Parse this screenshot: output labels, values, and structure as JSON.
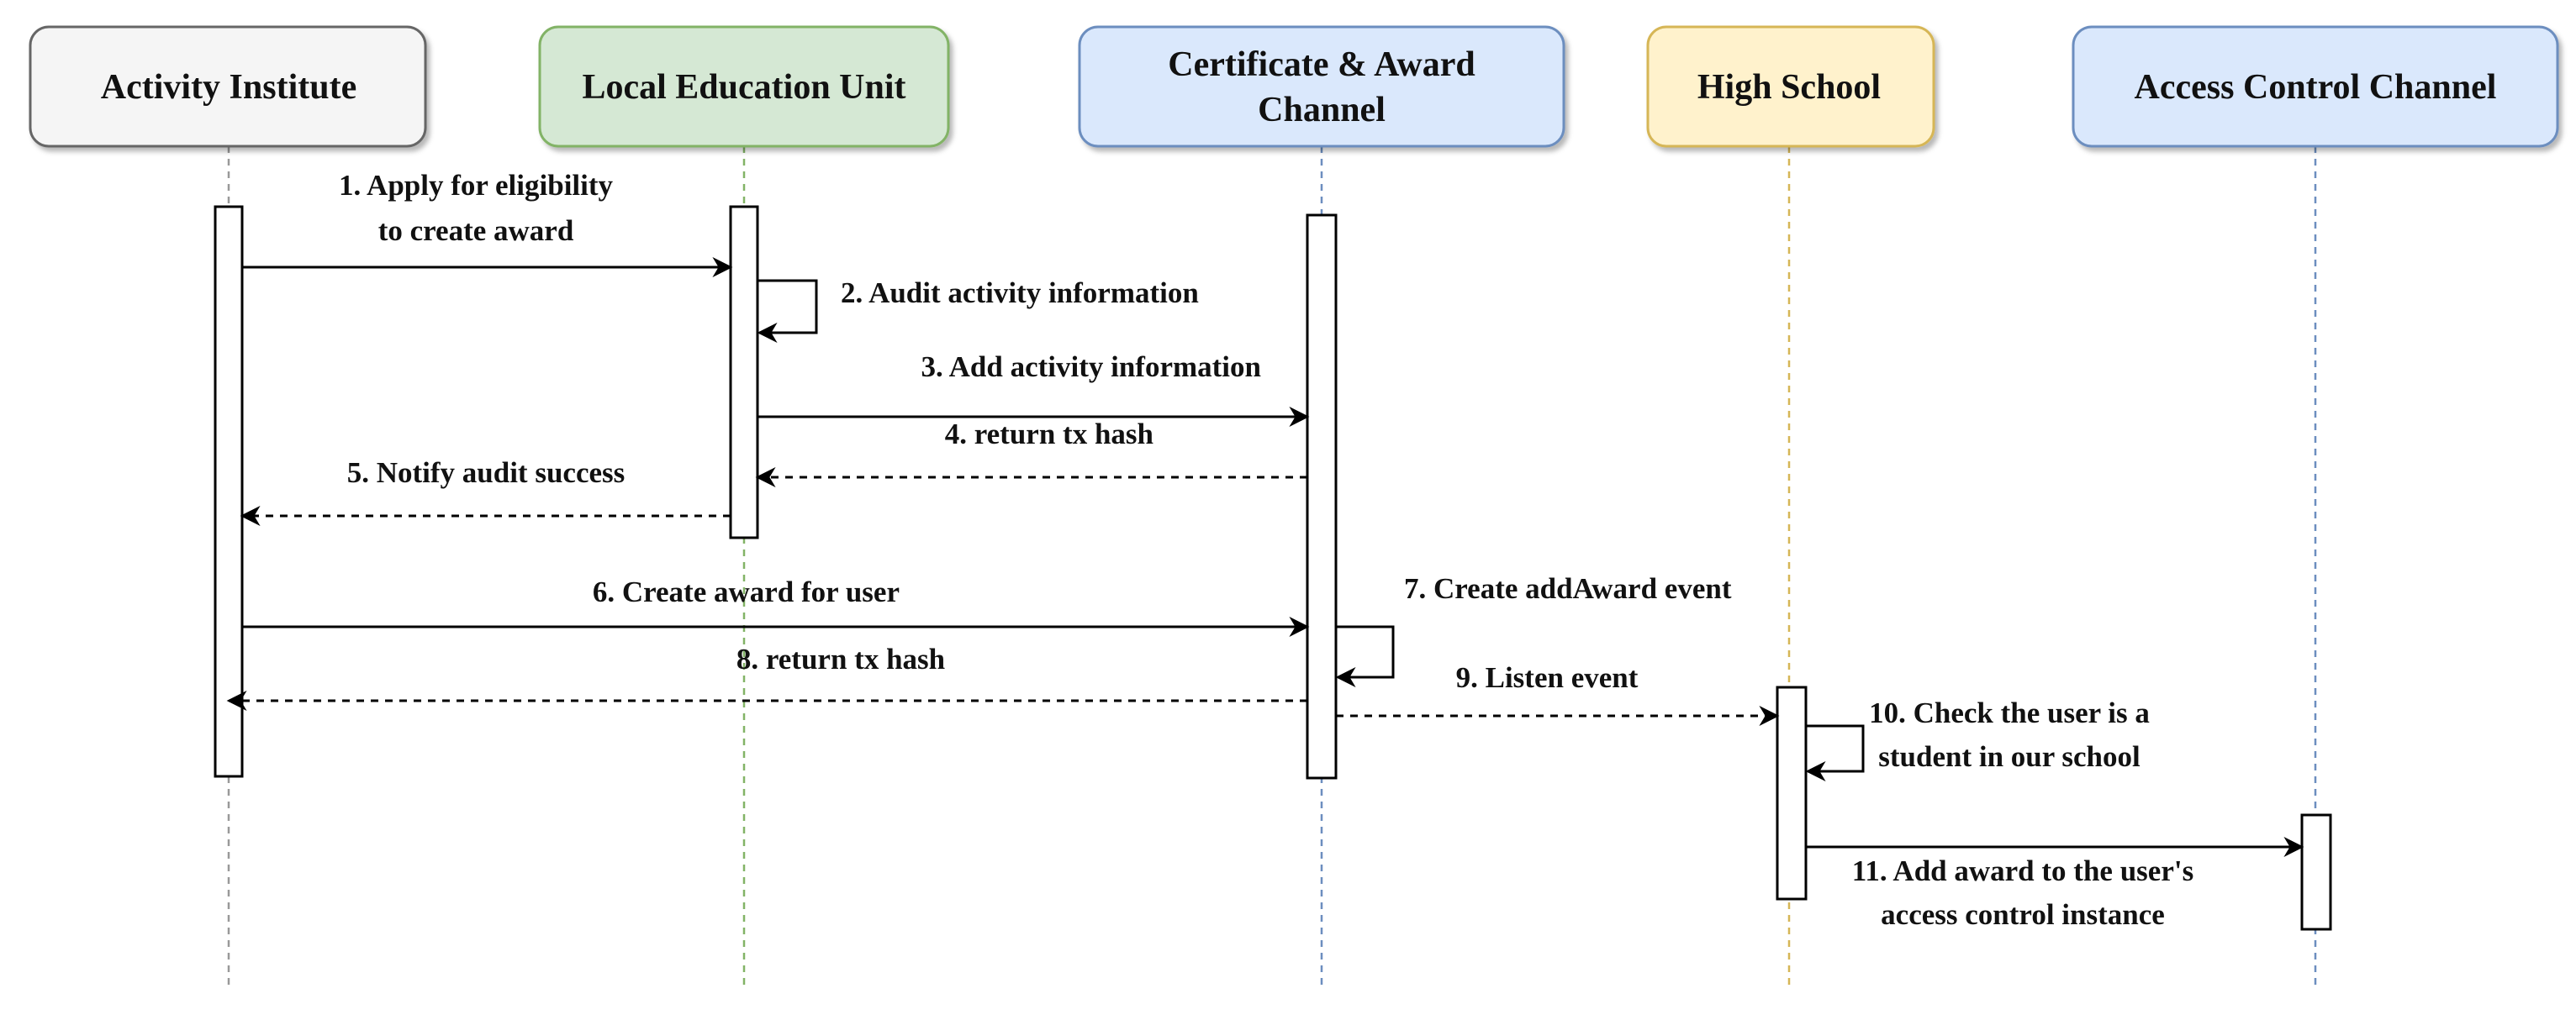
{
  "actors": [
    {
      "id": "activity_institute",
      "lines": [
        "Activity Institute"
      ],
      "fill": "#f5f5f5",
      "stroke": "#666666",
      "lifeline": "#999999"
    },
    {
      "id": "local_education_unit",
      "lines": [
        "Local Education Unit"
      ],
      "fill": "#d5e8d4",
      "stroke": "#82b366",
      "lifeline": "#82b366"
    },
    {
      "id": "certificate_award_channel",
      "lines": [
        "Certificate & Award",
        "Channel"
      ],
      "fill": "#dae8fc",
      "stroke": "#6c8ebf",
      "lifeline": "#6c8ebf"
    },
    {
      "id": "high_school",
      "lines": [
        "High School"
      ],
      "fill": "#fff2cc",
      "stroke": "#d6b656",
      "lifeline": "#d6b656"
    },
    {
      "id": "access_control_channel",
      "lines": [
        "Access Control Channel"
      ],
      "fill": "#dae8fc",
      "stroke": "#6c8ebf",
      "lifeline": "#6c8ebf"
    }
  ],
  "messages": [
    {
      "step": 1,
      "from": "activity_institute",
      "to": "local_education_unit",
      "kind": "sync",
      "lines": [
        "1. Apply for eligibility",
        "to create award"
      ]
    },
    {
      "step": 2,
      "from": "local_education_unit",
      "to": "local_education_unit",
      "kind": "self",
      "lines": [
        "2. Audit activity information"
      ]
    },
    {
      "step": 3,
      "from": "local_education_unit",
      "to": "certificate_award_channel",
      "kind": "sync",
      "lines": [
        "3. Add activity information"
      ]
    },
    {
      "step": 4,
      "from": "certificate_award_channel",
      "to": "local_education_unit",
      "kind": "return",
      "lines": [
        "4. return tx hash"
      ]
    },
    {
      "step": 5,
      "from": "local_education_unit",
      "to": "activity_institute",
      "kind": "return",
      "lines": [
        "5. Notify audit success"
      ]
    },
    {
      "step": 6,
      "from": "activity_institute",
      "to": "certificate_award_channel",
      "kind": "sync",
      "lines": [
        "6. Create award for user"
      ]
    },
    {
      "step": 7,
      "from": "certificate_award_channel",
      "to": "certificate_award_channel",
      "kind": "self",
      "lines": [
        "7. Create addAward event"
      ]
    },
    {
      "step": 8,
      "from": "certificate_award_channel",
      "to": "activity_institute",
      "kind": "return",
      "lines": [
        "8. return tx hash"
      ]
    },
    {
      "step": 9,
      "from": "certificate_award_channel",
      "to": "high_school",
      "kind": "return",
      "lines": [
        "9. Listen event"
      ]
    },
    {
      "step": 10,
      "from": "high_school",
      "to": "high_school",
      "kind": "self",
      "lines": [
        "10. Check the user is a",
        "student in our school"
      ]
    },
    {
      "step": 11,
      "from": "high_school",
      "to": "access_control_channel",
      "kind": "sync",
      "lines": [
        "11. Add award to the user's",
        "access control instance"
      ]
    }
  ]
}
